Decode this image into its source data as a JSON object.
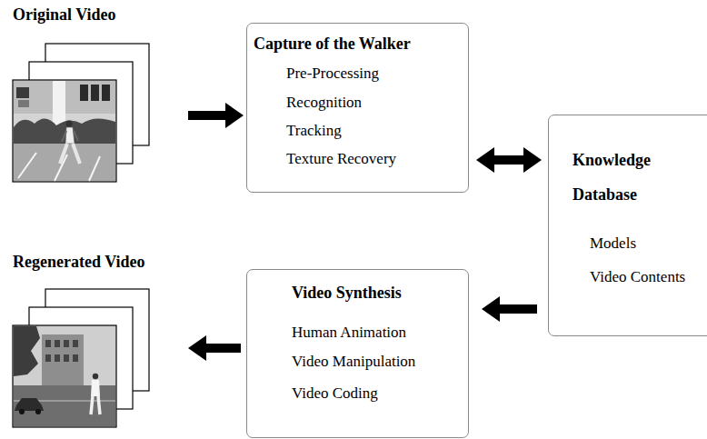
{
  "diagram": {
    "nodes": [
      {
        "text": [
          "Original Video"
        ]
      },
      {
        "text": [
          "Capture of the Walker",
          "Pre-Processing",
          "Recognition",
          "Tracking",
          "Texture Recovery"
        ]
      },
      {
        "text": [
          "Knowledge Database",
          "Models",
          "Video Contents"
        ]
      },
      {
        "text": [
          "Regenerated Video"
        ]
      },
      {
        "text": [
          "Video Synthesis",
          "Human Animation",
          "Video Manipulation",
          "Video Coding"
        ]
      }
    ],
    "edges": [
      {
        "from": 0,
        "to": 1,
        "arrow": "to"
      },
      {
        "from": 1,
        "to": 2,
        "arrow": "both"
      },
      {
        "from": 2,
        "to": 4,
        "arrow": "to"
      },
      {
        "from": 4,
        "to": 3,
        "arrow": "to"
      }
    ]
  }
}
